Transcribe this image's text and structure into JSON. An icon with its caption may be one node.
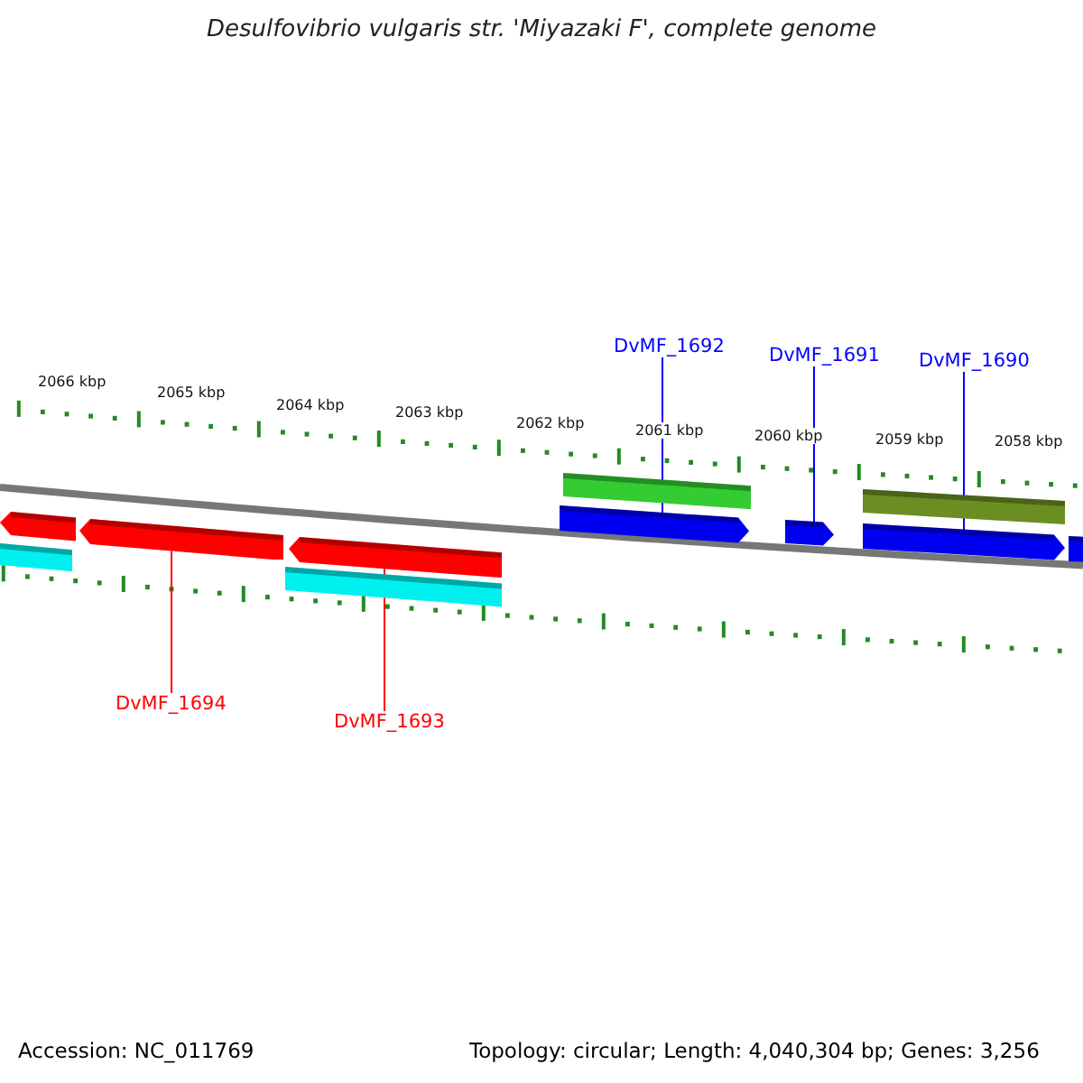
{
  "diagram": {
    "title": "Desulfovibrio vulgaris str. 'Miyazaki F', complete genome",
    "nodes": [
      {
        "text": [
          "DvMF_1692"
        ]
      },
      {
        "text": [
          "DvMF_1691"
        ]
      },
      {
        "text": [
          "DvMF_1690"
        ]
      },
      {
        "text": [],
        "shape": "arrow"
      },
      {
        "text": [],
        "shape": "bar"
      },
      {
        "text": [],
        "shape": "arrow"
      },
      {
        "text": [],
        "shape": "arrow"
      },
      {
        "text": [],
        "shape": "bar"
      },
      {
        "text": [],
        "shape": "arrow"
      },
      {
        "text": [],
        "shape": "bar"
      },
      {
        "text": [],
        "shape": "arrow"
      },
      {
        "text": [],
        "shape": "bar"
      },
      {
        "text": [],
        "shape": "arrow"
      },
      {
        "text": [],
        "shape": "arrow"
      },
      {
        "text": [
          "DvMF_1694"
        ]
      },
      {
        "text": [
          "DvMF_1693"
        ]
      }
    ],
    "edges": [
      {
        "from": 0,
        "to": 8,
        "arrow": "none",
        "color": "#0000ff"
      },
      {
        "from": 1,
        "to": 10,
        "arrow": "none",
        "color": "#0000ff"
      },
      {
        "from": 2,
        "to": 12,
        "arrow": "none",
        "color": "#0000ff"
      },
      {
        "from": 14,
        "to": 5,
        "arrow": "none",
        "color": "#ff0000"
      },
      {
        "from": 15,
        "to": 6,
        "arrow": "none",
        "color": "#ff0000"
      }
    ],
    "labels": [
      "2066 kbp",
      "2065 kbp",
      "2064 kbp",
      "2063 kbp",
      "2062 kbp",
      "2061 kbp",
      "2060 kbp",
      "2059 kbp",
      "2058 kbp",
      "Accession: NC_011769",
      "Topology: circular; Length: 4,040,304 bp; Genes: 3,256"
    ]
  }
}
